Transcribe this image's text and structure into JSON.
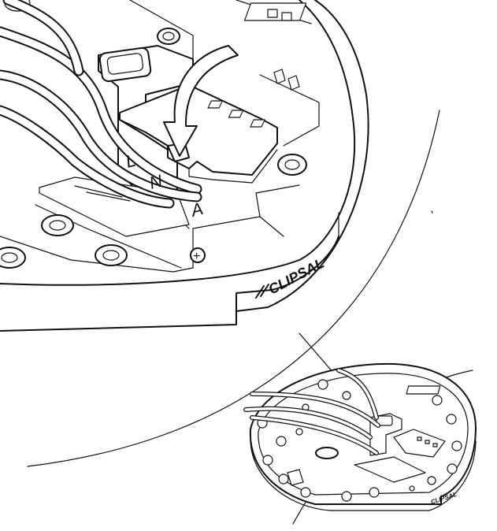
{
  "brand": "CLIPSAL",
  "terminals": {
    "live": "L",
    "neutral": "N",
    "active": "A",
    "plus": "+"
  }
}
